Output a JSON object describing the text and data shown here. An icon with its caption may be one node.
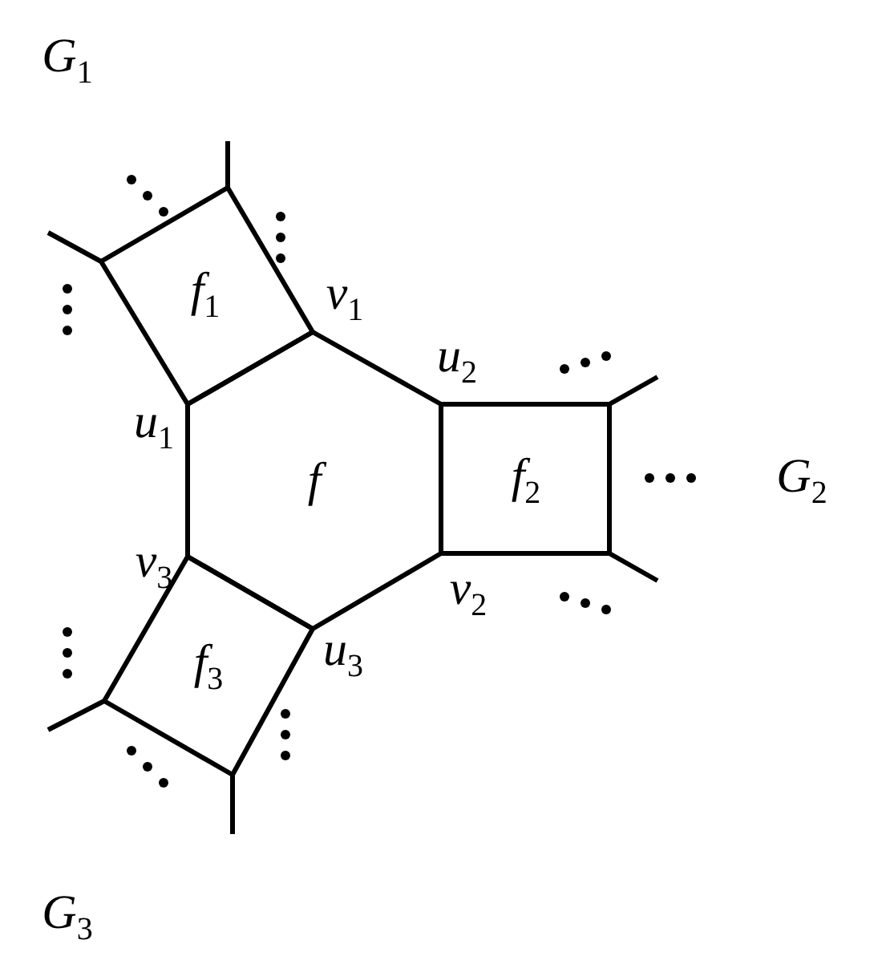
{
  "diagram": {
    "nodes": [
      {
        "text": [
          "*f*"
        ]
      },
      {
        "text": [
          "*f*$_{1}$"
        ]
      },
      {
        "text": [
          "*f*$_{2}$"
        ]
      },
      {
        "text": [
          "*f*$_{3}$"
        ]
      }
    ],
    "labels": [
      "*G*$_{1}$",
      "*v*$_{1}$",
      "*u*$_{2}$",
      "*u*$_{1}$",
      "*G*$_{2}$",
      "*v*$_{3}$",
      "*v*$_{2}$",
      "*u*$_{3}$",
      "*G*$_{3}$"
    ]
  }
}
